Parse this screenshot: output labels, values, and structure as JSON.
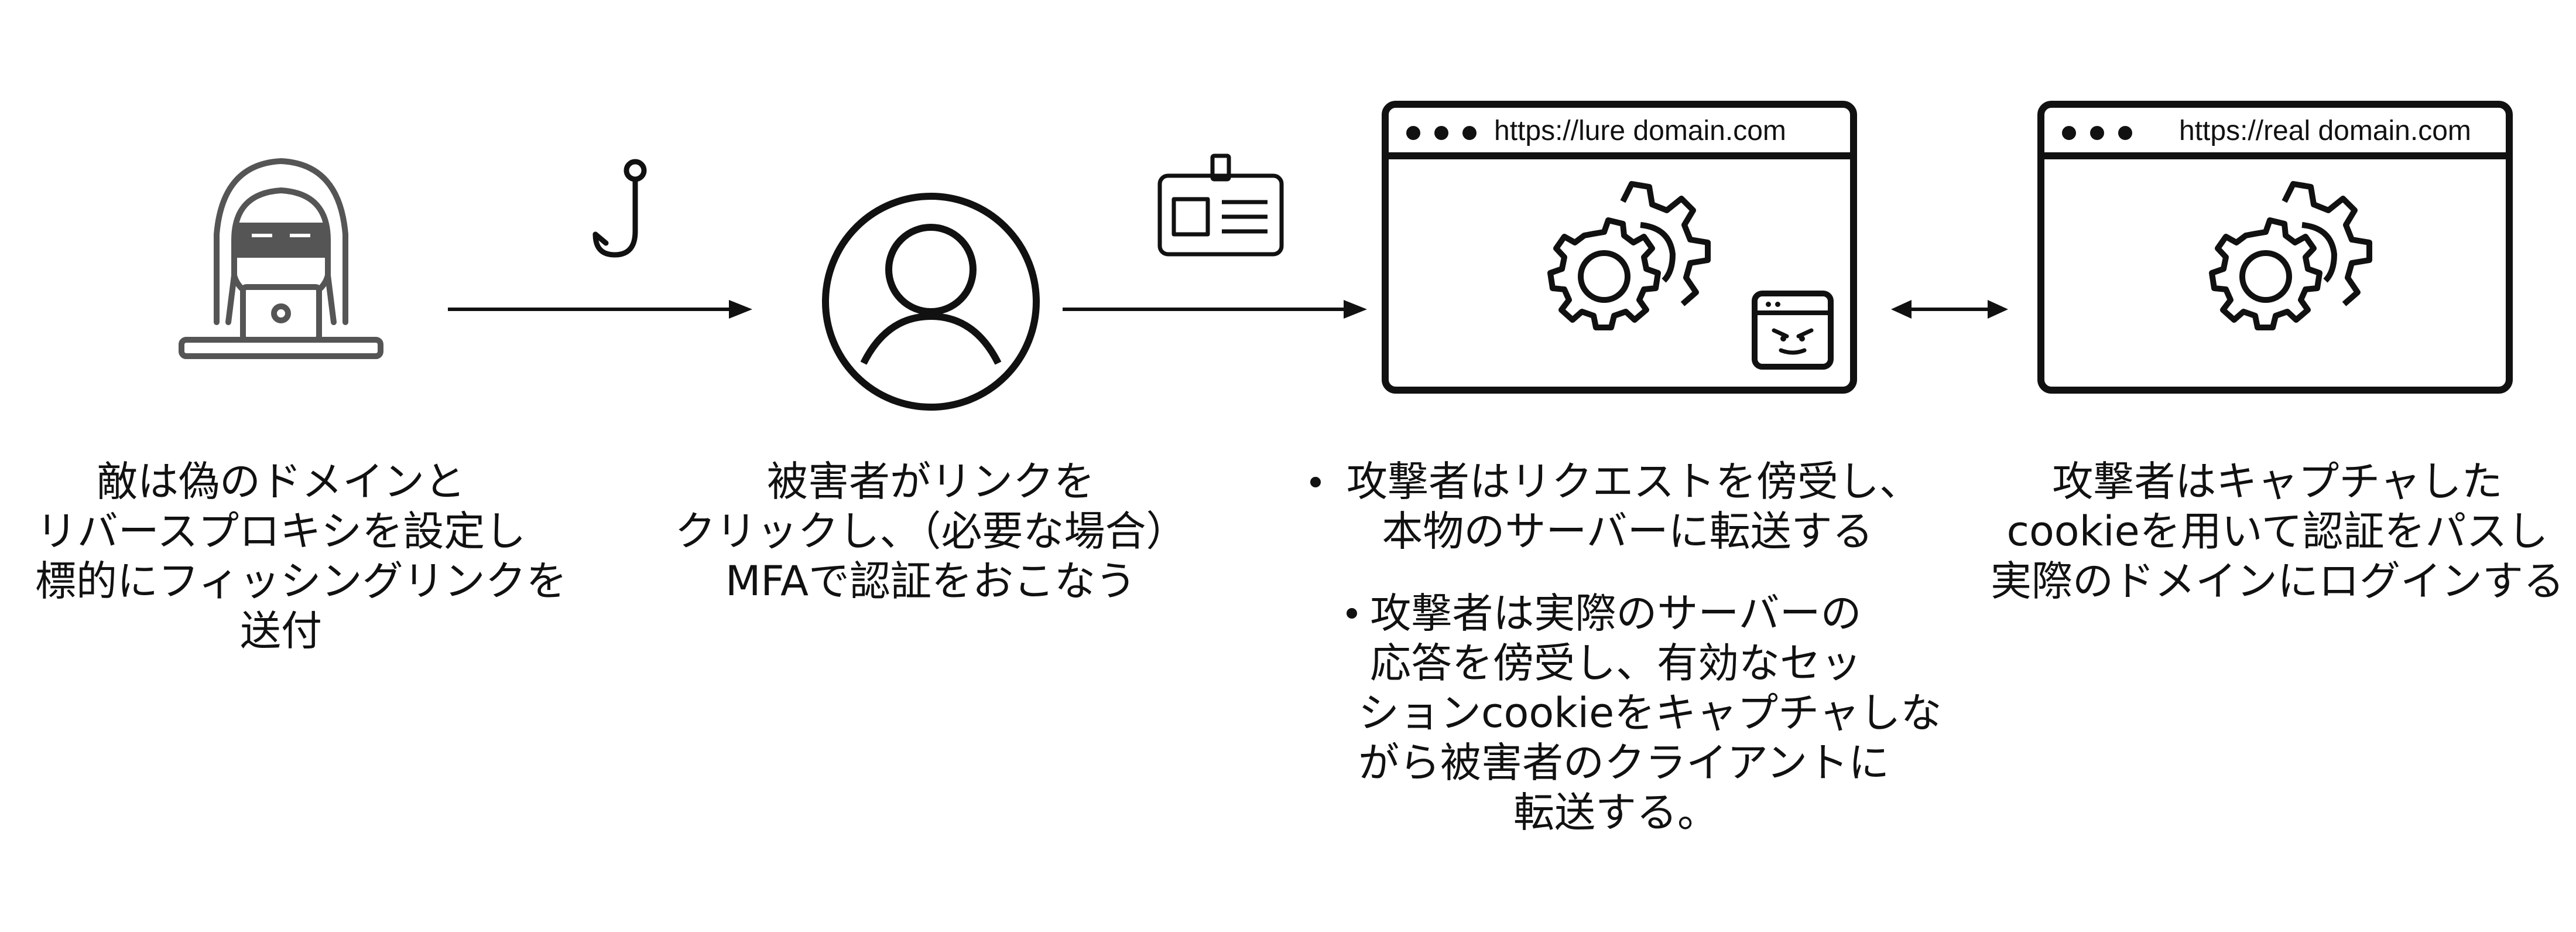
{
  "browser_lure": {
    "url": "https://lure domain.com"
  },
  "browser_real": {
    "url": "https://real domain.com"
  },
  "captions": {
    "attacker": [
      "敵は偽のドメインと",
      "リバースプロキシを設定し",
      "標的にフィッシングリンクを",
      "送付"
    ],
    "victim": [
      "被害者がリンクを",
      "クリックし、（必要な場合）",
      "MFAで認証をおこなう"
    ],
    "proxy_bullet_1": [
      "攻撃者はリクエストを傍受し、",
      "本物のサーバーに転送する"
    ],
    "proxy_bullet_2": [
      "攻撃者は実際のサーバーの",
      "応答を傍受し、有効なセッ",
      "ションcookieをキャプチャしな",
      "がら被害者のクライアントに",
      "転送する。"
    ],
    "real": [
      "攻撃者はキャプチャした",
      "cookieを用いて認証をパスし",
      "実際のドメインにログインする"
    ]
  },
  "colors": {
    "stroke": "#111111",
    "icon_gray": "#555555"
  }
}
